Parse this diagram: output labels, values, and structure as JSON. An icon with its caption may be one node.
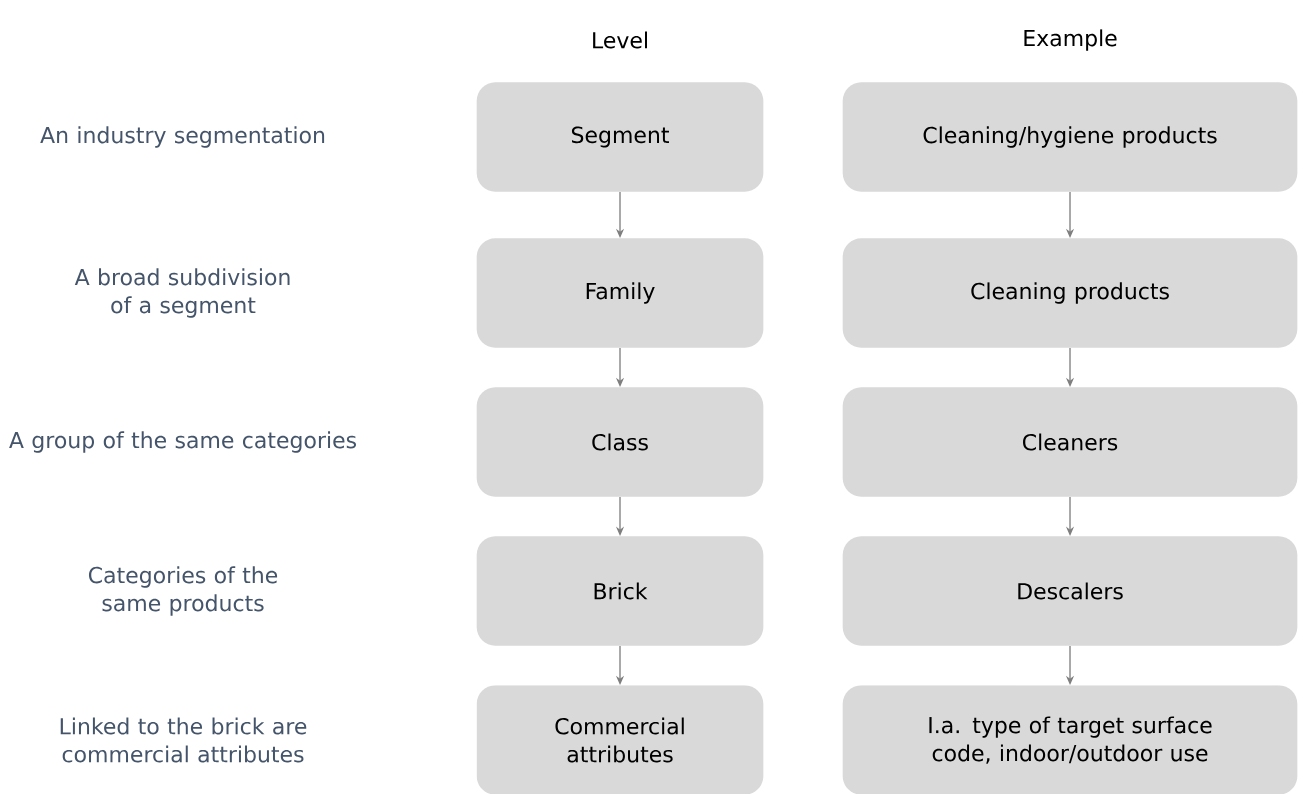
{
  "diagram": {
    "nodes": [
      {
        "text": [
          "Segment"
        ]
      },
      {
        "text": [
          "Cleaning/hygiene products"
        ]
      },
      {
        "text": [
          "Family"
        ]
      },
      {
        "text": [
          "Cleaning products"
        ]
      },
      {
        "text": [
          "Class"
        ]
      },
      {
        "text": [
          "Cleaners"
        ]
      },
      {
        "text": [
          "Brick"
        ]
      },
      {
        "text": [
          "Descalers"
        ]
      },
      {
        "text": [
          "Commercial attributes"
        ]
      },
      {
        "text": [
          "I.a. type of target surface code, indoor/outdoor use"
        ]
      }
    ],
    "edges": [
      {
        "from": 0,
        "to": 2,
        "arrow": "to"
      },
      {
        "from": 1,
        "to": 3,
        "arrow": "to"
      },
      {
        "from": 2,
        "to": 4,
        "arrow": "to"
      },
      {
        "from": 3,
        "to": 5,
        "arrow": "to"
      },
      {
        "from": 4,
        "to": 6,
        "arrow": "to"
      },
      {
        "from": 5,
        "to": 7,
        "arrow": "to"
      },
      {
        "from": 6,
        "to": 8,
        "arrow": "to"
      },
      {
        "from": 7,
        "to": 9,
        "arrow": "to"
      }
    ],
    "labels": [
      "Level",
      "Example",
      "An industry segmentation",
      "A broad subdivision of a segment",
      "A group of the same categories",
      "Categories of the same products",
      "Linked to the brick are commercial attributes"
    ]
  }
}
